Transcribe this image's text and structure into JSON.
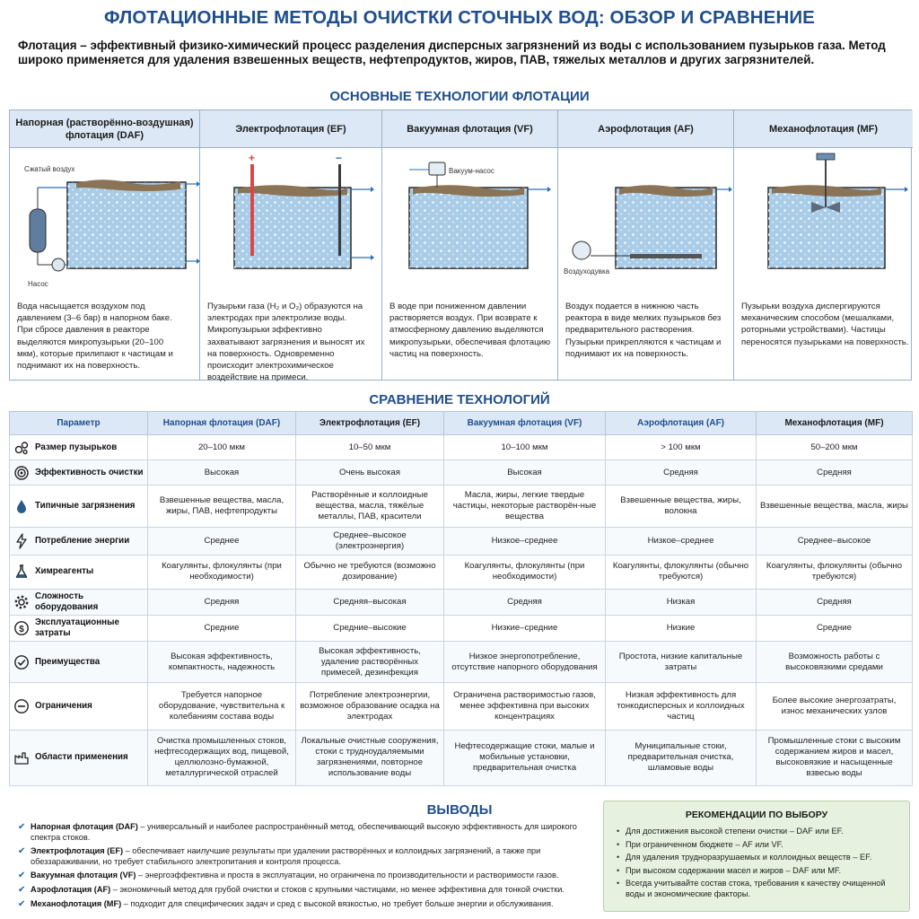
{
  "title": "ФЛОТАЦИОННЫЕ МЕТОДЫ ОЧИСТКИ СТОЧНЫХ ВОД: ОБЗОР И СРАВНЕНИЕ",
  "intro": "Флотация – эффективный физико-химический процесс разделения дисперсных загрязнений из воды с использованием пузырьков газа. Метод широко применяется для удаления взвешенных веществ, нефтепродуктов, жиров, ПАВ, тяжелых металлов и других загрязнителей.",
  "tech_section_title": "ОСНОВНЫЕ ТЕХНОЛОГИИ ФЛОТАЦИИ",
  "technologies": [
    {
      "title": "Напорная (растворённо-воздушная) флотация (DAF)",
      "labels": {
        "air": "Сжатый воздух",
        "pump": "Насос"
      },
      "desc": "Вода насыщается воздухом под давлением (3–6 бар) в напорном баке. При сбросе давления в реакторе выделяются микропузырьки (20–100 мкм), которые прилипают к частицам и поднимают их на поверхность."
    },
    {
      "title": "Электрофлотация (EF)",
      "labels": {
        "plus": "+",
        "minus": "−"
      },
      "desc": "Пузырьки газа (H₂ и O₂) образуются на электродах при электролизе воды. Микропузырьки эффективно захватывают загрязнения и выносят их на поверхность. Одновременно происходит электрохимическое воздействие на примеси."
    },
    {
      "title": "Вакуумная флотация (VF)",
      "labels": {
        "vacuum": "Вакуум-насос"
      },
      "desc": "В воде при пониженном давлении растворяется воздух. При возврате к атмосферному давлению выделяются микропузырьки, обеспечивая флотацию частиц на поверхность."
    },
    {
      "title": "Аэрофлотация (AF)",
      "labels": {
        "blower": "Воздуходувка"
      },
      "desc": "Воздух подается в нижнюю часть реактора в виде мелких пузырьков без предварительного растворения. Пузырьки прикрепляются к частицам и поднимают их на поверхность."
    },
    {
      "title": "Механофлотация (MF)",
      "labels": {},
      "desc": "Пузырьки воздуха диспергируются механическим способом (мешалками, роторными устройствами). Частицы переносятся пузырьками на поверхность."
    }
  ],
  "cmp_section_title": "СРАВНЕНИЕ ТЕХНОЛОГИЙ",
  "cmp_headers": [
    "Параметр",
    "Напорная флотация (DAF)",
    "Электрофлотация (EF)",
    "Вакуумная флотация (VF)",
    "Аэрофлотация (AF)",
    "Механофлотация (MF)"
  ],
  "cmp_rows": [
    {
      "icon": "bubbles-icon",
      "param": "Размер пузырьков",
      "cells": [
        "20–100 мкм",
        "10–50 мкм",
        "10–100 мкм",
        "> 100 мкм",
        "50–200 мкм"
      ]
    },
    {
      "icon": "target-icon",
      "param": "Эффективность очистки",
      "cells": [
        "Высокая",
        "Очень высокая",
        "Высокая",
        "Средняя",
        "Средняя"
      ]
    },
    {
      "icon": "droplet-icon",
      "param": "Типичные загрязнения",
      "cells": [
        "Взвешенные вещества, масла, жиры, ПАВ, нефтепродукты",
        "Растворённые и коллоидные вещества, масла, тяжёлые металлы, ПАВ, красители",
        "Масла, жиры, легкие твердые частицы, некоторые растворён-ные вещества",
        "Взвешенные вещества, жиры, волокна",
        "Взвешенные вещества, масла, жиры"
      ]
    },
    {
      "icon": "lightning-icon",
      "param": "Потребление энергии",
      "cells": [
        "Среднее",
        "Среднее–высокое (электроэнергия)",
        "Низкое–среднее",
        "Низкое–среднее",
        "Среднее–высокое"
      ]
    },
    {
      "icon": "flask-icon",
      "param": "Химреагенты",
      "cells": [
        "Коагулянты, флокулянты (при необходимости)",
        "Обычно не требуются (возможно дозирование)",
        "Коагулянты, флокулянты (при необходимости)",
        "Коагулянты, флокулянты (обычно требуются)",
        "Коагулянты, флокулянты (обычно требуются)"
      ]
    },
    {
      "icon": "gear-icon",
      "param": "Сложность оборудования",
      "cells": [
        "Средняя",
        "Средняя–высокая",
        "Средняя",
        "Низкая",
        "Средняя"
      ]
    },
    {
      "icon": "dollar-icon",
      "param": "Эксплуатационные затраты",
      "cells": [
        "Средние",
        "Средние–высокие",
        "Низкие–средние",
        "Низкие",
        "Средние"
      ]
    },
    {
      "icon": "check-circle-icon",
      "param": "Преимущества",
      "cells": [
        "Высокая эффективность, компактность, надежность",
        "Высокая эффективность, удаление растворённых примесей, дезинфекция",
        "Низкое энергопотребление, отсутствие напорного оборудования",
        "Простота, низкие капитальные затраты",
        "Возможность работы с высоковязкими средами"
      ]
    },
    {
      "icon": "minus-circle-icon",
      "param": "Ограничения",
      "cells": [
        "Требуется напорное оборудование, чувствительна к колебаниям состава воды",
        "Потребление электроэнергии, возможное образование осадка на электродах",
        "Ограничена растворимостью газов, менее эффективна при высоких концентрациях",
        "Низкая эффективность для тонкодисперсных и коллоидных частиц",
        "Более высокие энергозатраты, износ механических узлов"
      ]
    },
    {
      "icon": "factory-icon",
      "param": "Области применения",
      "cells": [
        "Очистка промышленных стоков, нефтесодержащих вод, пищевой, целлюлозно-бумажной, металлургической отраслей",
        "Локальные очистные сооружения, стоки с трудноудаляемыми загрязнениями, повторное использование воды",
        "Нефтесодержащие стоки, малые и мобильные установки, предварительная очистка",
        "Муниципальные стоки, предварительная очистка, шламовые воды",
        "Промышленные стоки с высоким содержанием жиров и масел, высоковязкие и насыщенные взвесью воды"
      ]
    }
  ],
  "concl_title": "ВЫВОДЫ",
  "conclusions": [
    {
      "name": "Напорная флотация (DAF)",
      "text": " – универсальный и наиболее распространённый метод, обеспечивающий высокую эффективность для широкого спектра стоков."
    },
    {
      "name": "Электрофлотация (EF)",
      "text": " – обеспечивает наилучшие результаты при удалении растворённых и коллоидных загрязнений, а также при обеззараживании, но требует стабильного электропитания и контроля процесса."
    },
    {
      "name": "Вакуумная флотация (VF)",
      "text": " – энергоэффективна и проста в эксплуатации, но ограничена по производительности и растворимости газов."
    },
    {
      "name": "Аэрофлотация (AF)",
      "text": " – экономичный метод для грубой очистки и стоков с крупными частицами, но менее эффективна для тонкой очистки."
    },
    {
      "name": "Механофлотация (MF)",
      "text": " – подходит для специфических задач и сред с высокой вязкостью, но требует больше энергии и обслуживания."
    }
  ],
  "reco_title": "РЕКОМЕНДАЦИИ ПО ВЫБОРУ",
  "recommendations": [
    "Для достижения высокой степени очистки – DAF или EF.",
    "При ограниченном бюджете – AF или VF.",
    "Для удаления трудноразрушаемых и коллоидных веществ – EF.",
    "При высоком содержании масел и жиров – DAF или MF.",
    "Всегда учитывайте состав стока, требования к качеству очищенной воды и экономические факторы."
  ],
  "colors": {
    "accent": "#1f4e8c",
    "water": "#a9cde8",
    "foam": "#8b7355",
    "header_bg": "#dce8f5",
    "reco_bg": "#e6f1df"
  }
}
